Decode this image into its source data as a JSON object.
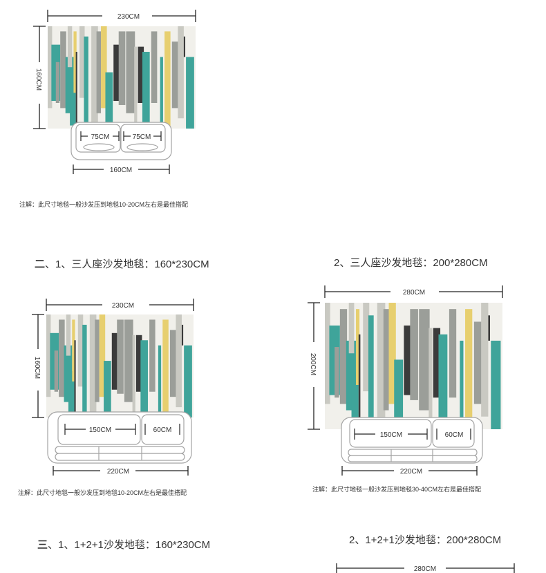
{
  "colors": {
    "rug_bg": "#f1f0eb",
    "teal": "#3fa49a",
    "yellow": "#e7cf6f",
    "dark": "#3b3b3b",
    "gray": "#9b9e99",
    "lightgray": "#c9c9c2",
    "line": "#222222",
    "sofa_stroke": "#a3a3a3"
  },
  "figure1": {
    "rug_width": "230CM",
    "rug_height": "160CM",
    "seat_left": "75CM",
    "seat_right": "75CM",
    "sofa_width": "160CM",
    "note": "注解：此尺寸地毯一般沙发压到地毯10-20CM左右是最佳搭配"
  },
  "section2": {
    "prefix": "二",
    "title_rest": "、1、三人座沙发地毯：160*230CM",
    "title_right": "2、三人座沙发地毯：200*280CM"
  },
  "figure2": {
    "rug_width": "230CM",
    "rug_height": "160CM",
    "seat_main": "150CM",
    "seat_side": "60CM",
    "sofa_width": "220CM",
    "note": "注解：此尺寸地毯一般沙发压到地毯10-20CM左右是最佳搭配"
  },
  "figure3": {
    "rug_width": "280CM",
    "rug_height": "200CM",
    "seat_main": "150CM",
    "seat_side": "60CM",
    "sofa_width": "220CM",
    "note": "注解：此尺寸地毯一般沙发压到地毯30-40CM左右是最佳搭配"
  },
  "section3": {
    "prefix": "三",
    "title_rest": "、1、1+2+1沙发地毯：160*230CM",
    "title_right": "2、1+2+1沙发地毯：200*280CM"
  },
  "figure4": {
    "rug_width": "280CM"
  }
}
